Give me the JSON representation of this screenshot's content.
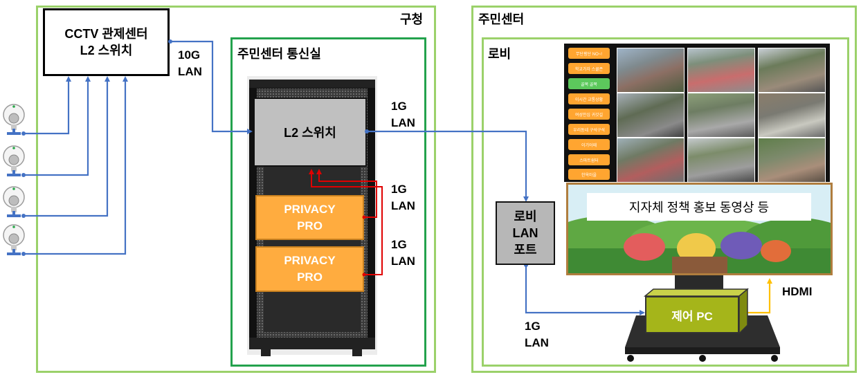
{
  "regions": {
    "district_office": "구청",
    "community_center": "주민센터",
    "comm_room": "주민센터 통신실",
    "lobby": "로비"
  },
  "cctv_center": "CCTV 관제센터\nL2 스위치",
  "rack_switch": "L2 스위치",
  "privacy_units": [
    "PRIVACY\nPRO",
    "PRIVACY\nPRO"
  ],
  "lobby_port": "로비\nLAN\n포트",
  "control_pc": "제어 PC",
  "links": {
    "uplink_10g": "10G\nLAN",
    "switch_to_lobby": "1G\nLAN",
    "privacy1": "1G\nLAN",
    "privacy2": "1G\nLAN",
    "port_to_pc": "1G\nLAN",
    "hdmi": "HDMI"
  },
  "display": {
    "banner": "지자체 정책 홍보 동영상 등",
    "menu_items": [
      "무단횡단 NO~!",
      "학교가자 스쿨존",
      "골목 골목",
      "이시간 교통상황",
      "여성안심 귀갓길",
      "우리동네 구석구석",
      "이기어때",
      "스마트쉼터",
      "한옥마을"
    ],
    "active_menu_index": 2,
    "camera_count": 9
  },
  "colors": {
    "region_border": "#9bd16a",
    "room_border": "#23a24d",
    "lan_line": "#4472c4",
    "privacy_line": "#e00000",
    "hdmi_line": "#ffc000",
    "privacy_fill": "#ffac3f",
    "pc_fill": "#a5b51a",
    "frame_border": "#b07d3e"
  },
  "icons": [
    "cctv-camera-icon",
    "server-rack-icon",
    "touch-display-icon",
    "display-stand-icon"
  ]
}
